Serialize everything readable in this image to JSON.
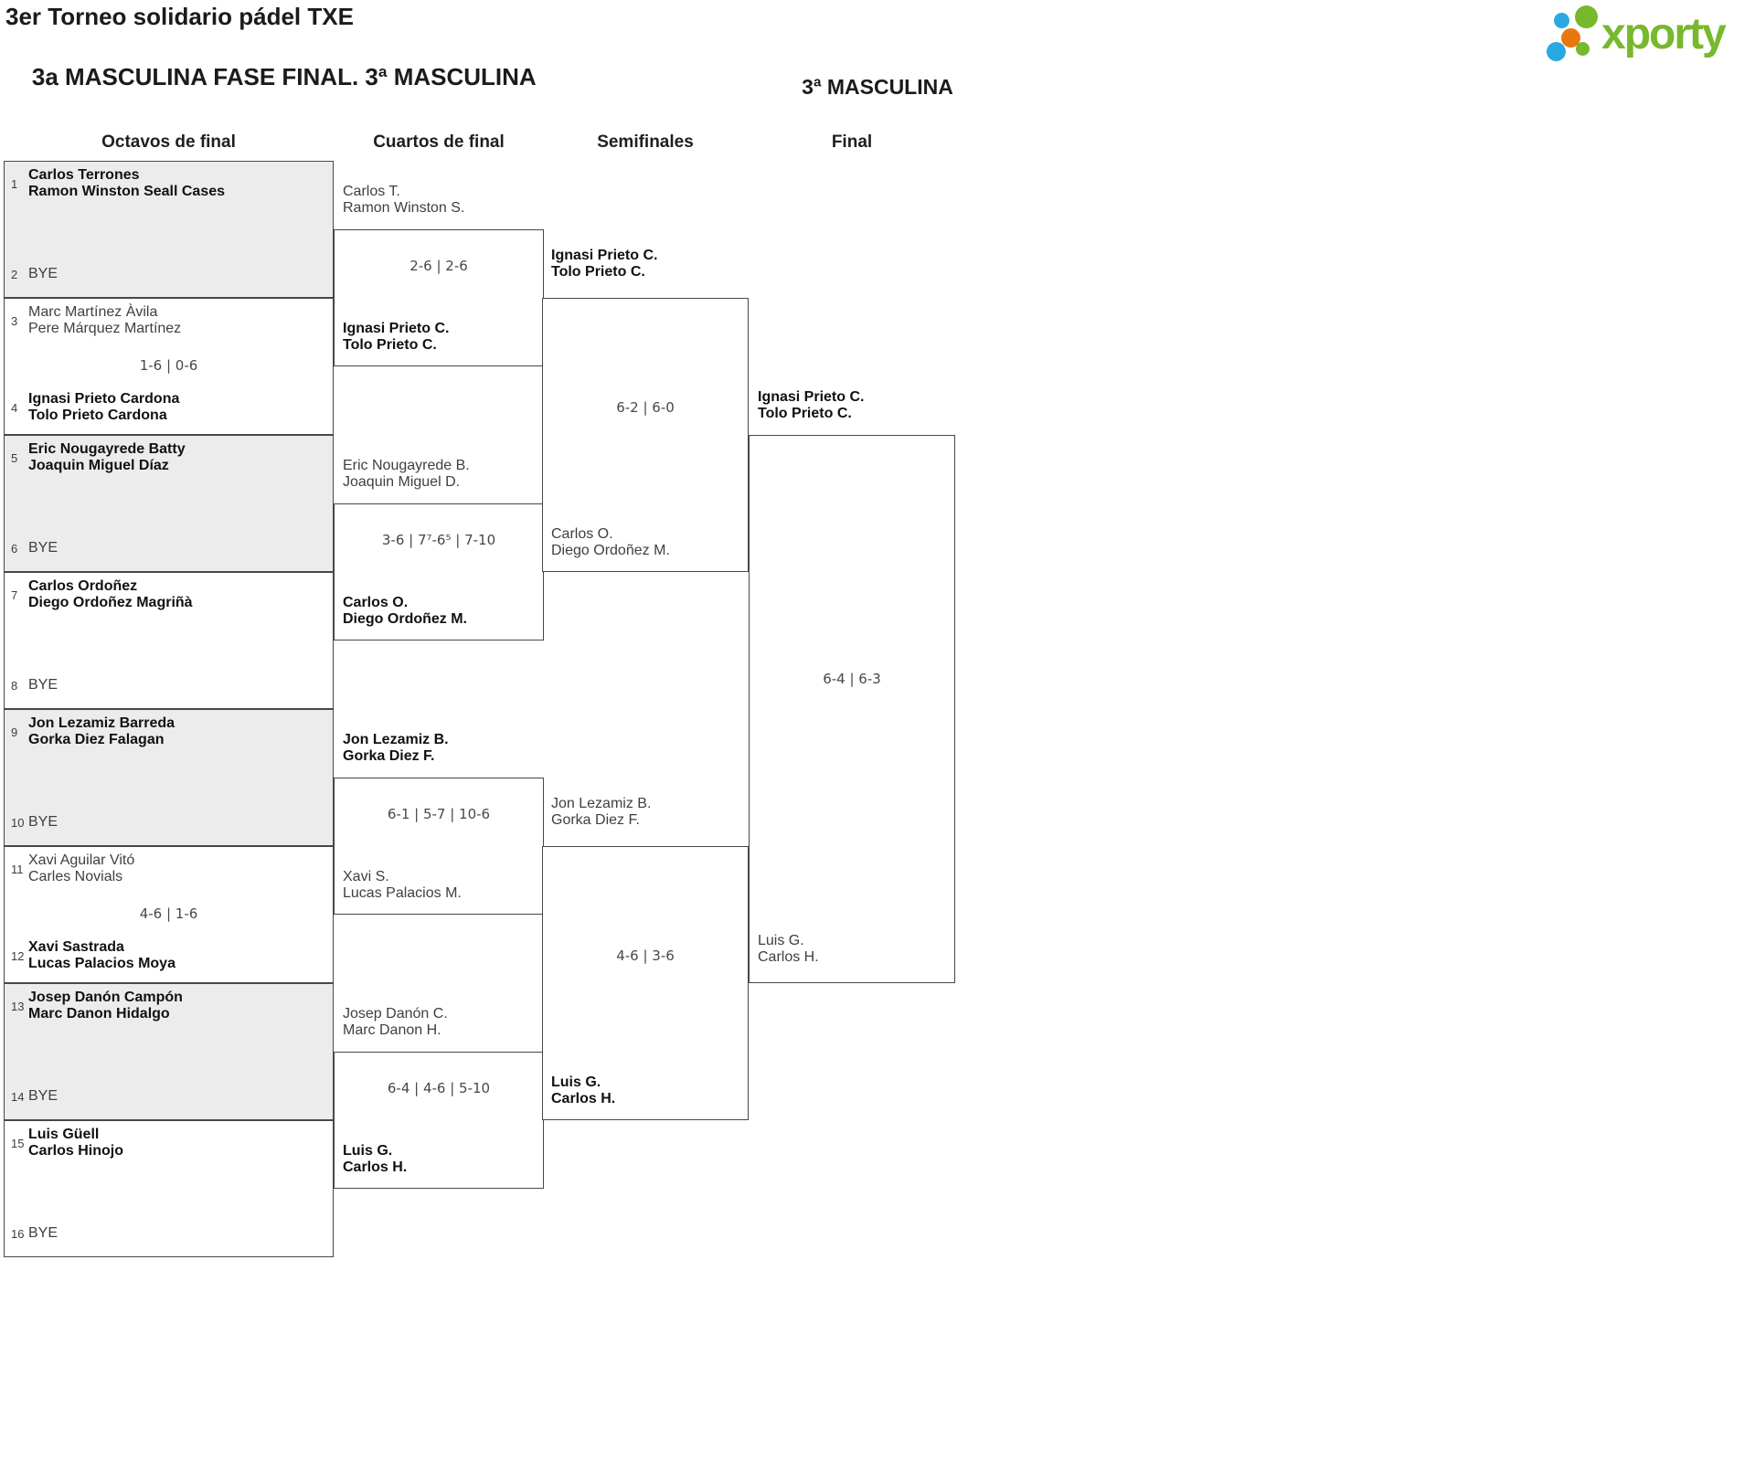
{
  "header": {
    "title_line1": "3er Torneo solidario pádel TXE",
    "title_line2": "3a MASCULINA FASE FINAL. 3ª MASCULINA",
    "bracket_title": "3ª MASCULINA",
    "logo_text": "xporty"
  },
  "colors": {
    "logo_green": "#77B82D",
    "logo_blue": "#29A9E1",
    "logo_orange": "#E8770F",
    "box_shaded": "#ececec",
    "border": "#474747"
  },
  "columns": [
    "Octavos de final",
    "Cuartos de final",
    "Semifinales",
    "Final"
  ],
  "octavos": [
    {
      "seed_top": "1",
      "top": [
        "Carlos Terrones",
        "Ramon Winston Seall Cases"
      ],
      "seed_bottom": "2",
      "bottom": [
        "BYE"
      ],
      "score": "",
      "winner": "top"
    },
    {
      "seed_top": "3",
      "top": [
        "Marc Martínez Àvila",
        "Pere Márquez Martínez"
      ],
      "seed_bottom": "4",
      "bottom": [
        "Ignasi Prieto Cardona",
        "Tolo Prieto Cardona"
      ],
      "score": "1-6 | 0-6",
      "winner": "bottom"
    },
    {
      "seed_top": "5",
      "top": [
        "Eric Nougayrede Batty",
        "Joaquin Miguel Díaz"
      ],
      "seed_bottom": "6",
      "bottom": [
        "BYE"
      ],
      "score": "",
      "winner": "top"
    },
    {
      "seed_top": "7",
      "top": [
        "Carlos Ordoñez",
        "Diego Ordoñez Magriñà"
      ],
      "seed_bottom": "8",
      "bottom": [
        "BYE"
      ],
      "score": "",
      "winner": "top"
    },
    {
      "seed_top": "9",
      "top": [
        "Jon Lezamiz Barreda",
        "Gorka Diez Falagan"
      ],
      "seed_bottom": "10",
      "bottom": [
        "BYE"
      ],
      "score": "",
      "winner": "top"
    },
    {
      "seed_top": "11",
      "top": [
        "Xavi Aguilar Vitó",
        "Carles Novials"
      ],
      "seed_bottom": "12",
      "bottom": [
        "Xavi Sastrada",
        "Lucas Palacios Moya"
      ],
      "score": "4-6 | 1-6",
      "winner": "bottom"
    },
    {
      "seed_top": "13",
      "top": [
        "Josep Danón Campón",
        "Marc Danon Hidalgo"
      ],
      "seed_bottom": "14",
      "bottom": [
        "BYE"
      ],
      "score": "",
      "winner": "top"
    },
    {
      "seed_top": "15",
      "top": [
        "Luis Güell",
        "Carlos Hinojo"
      ],
      "seed_bottom": "16",
      "bottom": [
        "BYE"
      ],
      "score": "",
      "winner": "top"
    }
  ],
  "cuartos": [
    {
      "top": [
        "Carlos T.",
        "Ramon Winston S."
      ],
      "bottom": [
        "Ignasi Prieto C.",
        "Tolo Prieto C."
      ],
      "score": "2-6 | 2-6",
      "winner": "bottom"
    },
    {
      "top": [
        "Eric Nougayrede B.",
        "Joaquin Miguel D."
      ],
      "bottom": [
        "Carlos O.",
        "Diego Ordoñez M."
      ],
      "score": "3-6 | 7⁷-6⁵ | 7-10",
      "winner": "bottom"
    },
    {
      "top": [
        "Jon Lezamiz B.",
        "Gorka Diez F."
      ],
      "bottom": [
        "Xavi S.",
        "Lucas Palacios M."
      ],
      "score": "6-1 | 5-7 | 10-6",
      "winner": "top"
    },
    {
      "top": [
        "Josep Danón C.",
        "Marc Danon H."
      ],
      "bottom": [
        "Luis G.",
        "Carlos H."
      ],
      "score": "6-4 | 4-6 | 5-10",
      "winner": "bottom"
    }
  ],
  "semifinales": [
    {
      "top": [
        "Ignasi Prieto C.",
        "Tolo Prieto C."
      ],
      "bottom": [
        "Carlos O.",
        "Diego Ordoñez M."
      ],
      "score": "6-2 | 6-0",
      "winner": "top"
    },
    {
      "top": [
        "Jon Lezamiz B.",
        "Gorka Diez F."
      ],
      "bottom": [
        "Luis G.",
        "Carlos H."
      ],
      "score": "4-6 | 3-6",
      "winner": "bottom"
    }
  ],
  "final": {
    "top": [
      "Ignasi Prieto C.",
      "Tolo Prieto C."
    ],
    "bottom": [
      "Luis G.",
      "Carlos H."
    ],
    "score": "6-4 | 6-3",
    "winner": "top"
  }
}
